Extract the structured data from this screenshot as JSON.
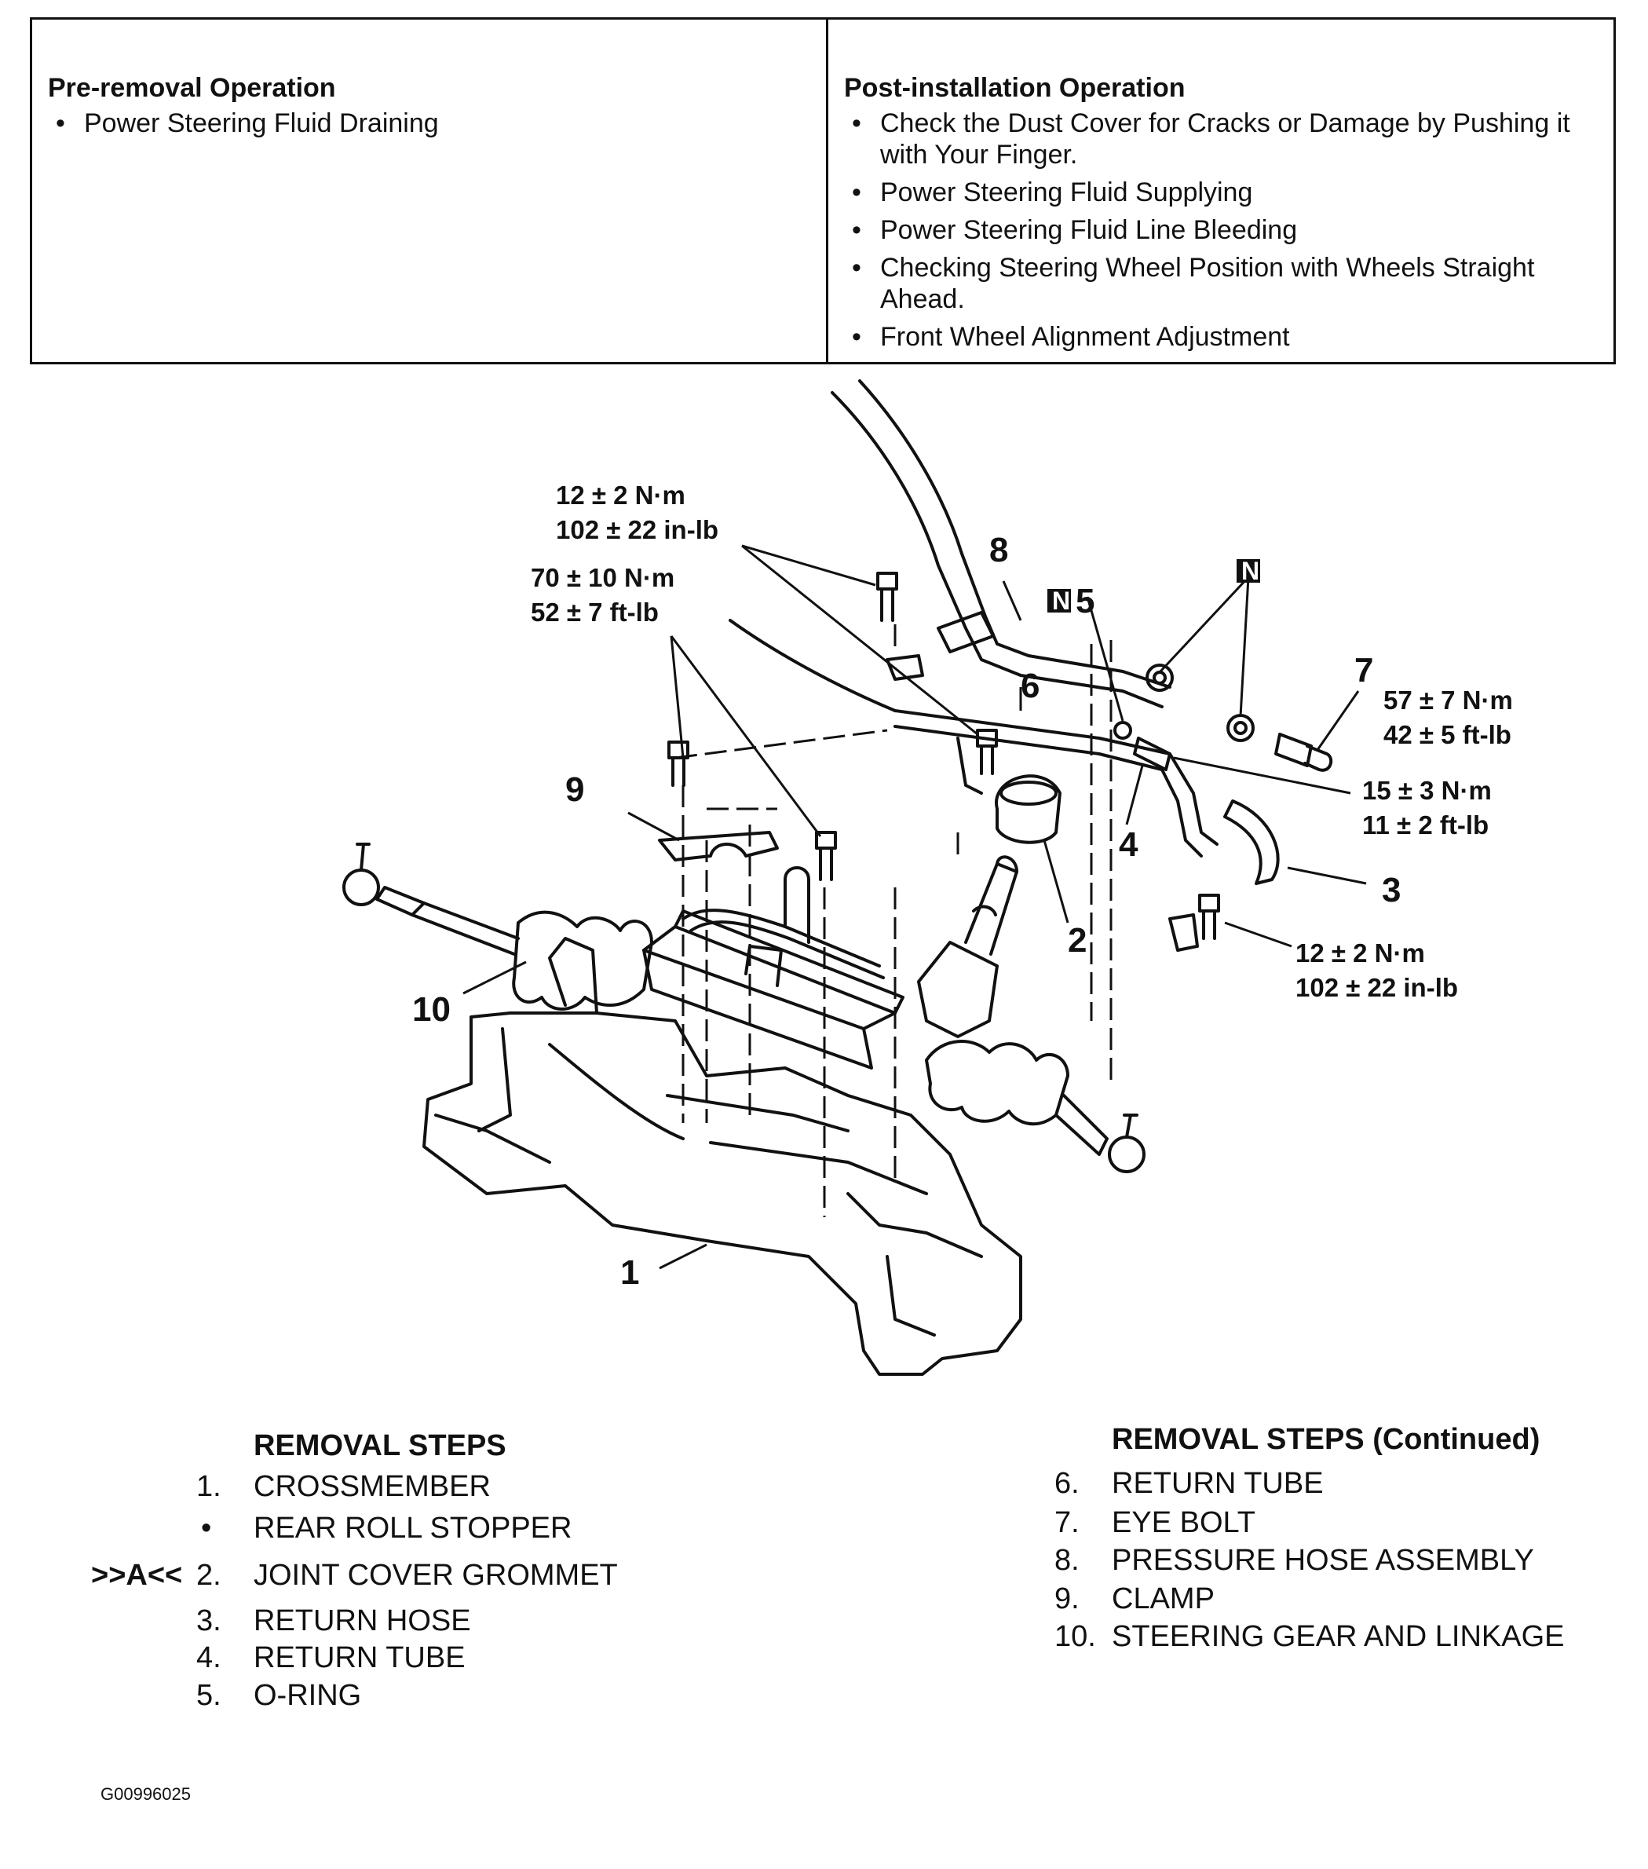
{
  "operations": {
    "pre_removal": {
      "title": "Pre-removal Operation",
      "items": [
        "Power Steering Fluid Draining"
      ]
    },
    "post_installation": {
      "title": "Post-installation Operation",
      "items": [
        "Check the Dust Cover for Cracks or Damage by Pushing it with Your Finger.",
        "Power Steering Fluid Supplying",
        "Power Steering Fluid Line Bleeding",
        "Checking Steering Wheel Position with Wheels Straight Ahead.",
        "Front Wheel Alignment Adjustment"
      ]
    }
  },
  "diagram": {
    "callouts": [
      "1",
      "2",
      "3",
      "4",
      "5",
      "6",
      "7",
      "8",
      "9",
      "10"
    ],
    "badge": "N",
    "torques": {
      "upper_bolt": [
        "12 ± 2 N·m",
        "102 ± 22 in-lb"
      ],
      "clamp_bolt": [
        "70 ± 10 N·m",
        "52 ± 7 ft-lb"
      ],
      "eye_bolt": [
        "57 ± 7 N·m",
        "42 ± 5 ft-lb"
      ],
      "tube_fitting": [
        "15 ± 3 N·m",
        "11 ± 2 ft-lb"
      ],
      "lower_bolt": [
        "12 ± 2 N·m",
        "102 ± 22 in-lb"
      ]
    }
  },
  "removal_steps": {
    "title": "REMOVAL STEPS",
    "title_continued": "REMOVAL STEPS (Continued)",
    "left": [
      {
        "mark": "",
        "num": "1.",
        "text": "CROSSMEMBER"
      },
      {
        "mark": "",
        "num": "•",
        "text": "REAR ROLL STOPPER"
      },
      {
        "mark": ">>A<<",
        "num": "2.",
        "text": "JOINT COVER GROMMET"
      },
      {
        "mark": "",
        "num": "3.",
        "text": "RETURN HOSE"
      },
      {
        "mark": "",
        "num": "4.",
        "text": "RETURN TUBE"
      },
      {
        "mark": "",
        "num": "5.",
        "text": "O-RING"
      }
    ],
    "right": [
      {
        "num": "6.",
        "text": "RETURN TUBE"
      },
      {
        "num": "7.",
        "text": "EYE BOLT"
      },
      {
        "num": "8.",
        "text": "PRESSURE HOSE ASSEMBLY"
      },
      {
        "num": "9.",
        "text": "CLAMP"
      },
      {
        "num": "10.",
        "text": "STEERING GEAR AND LINKAGE"
      }
    ]
  },
  "figure_id": "G00996025"
}
